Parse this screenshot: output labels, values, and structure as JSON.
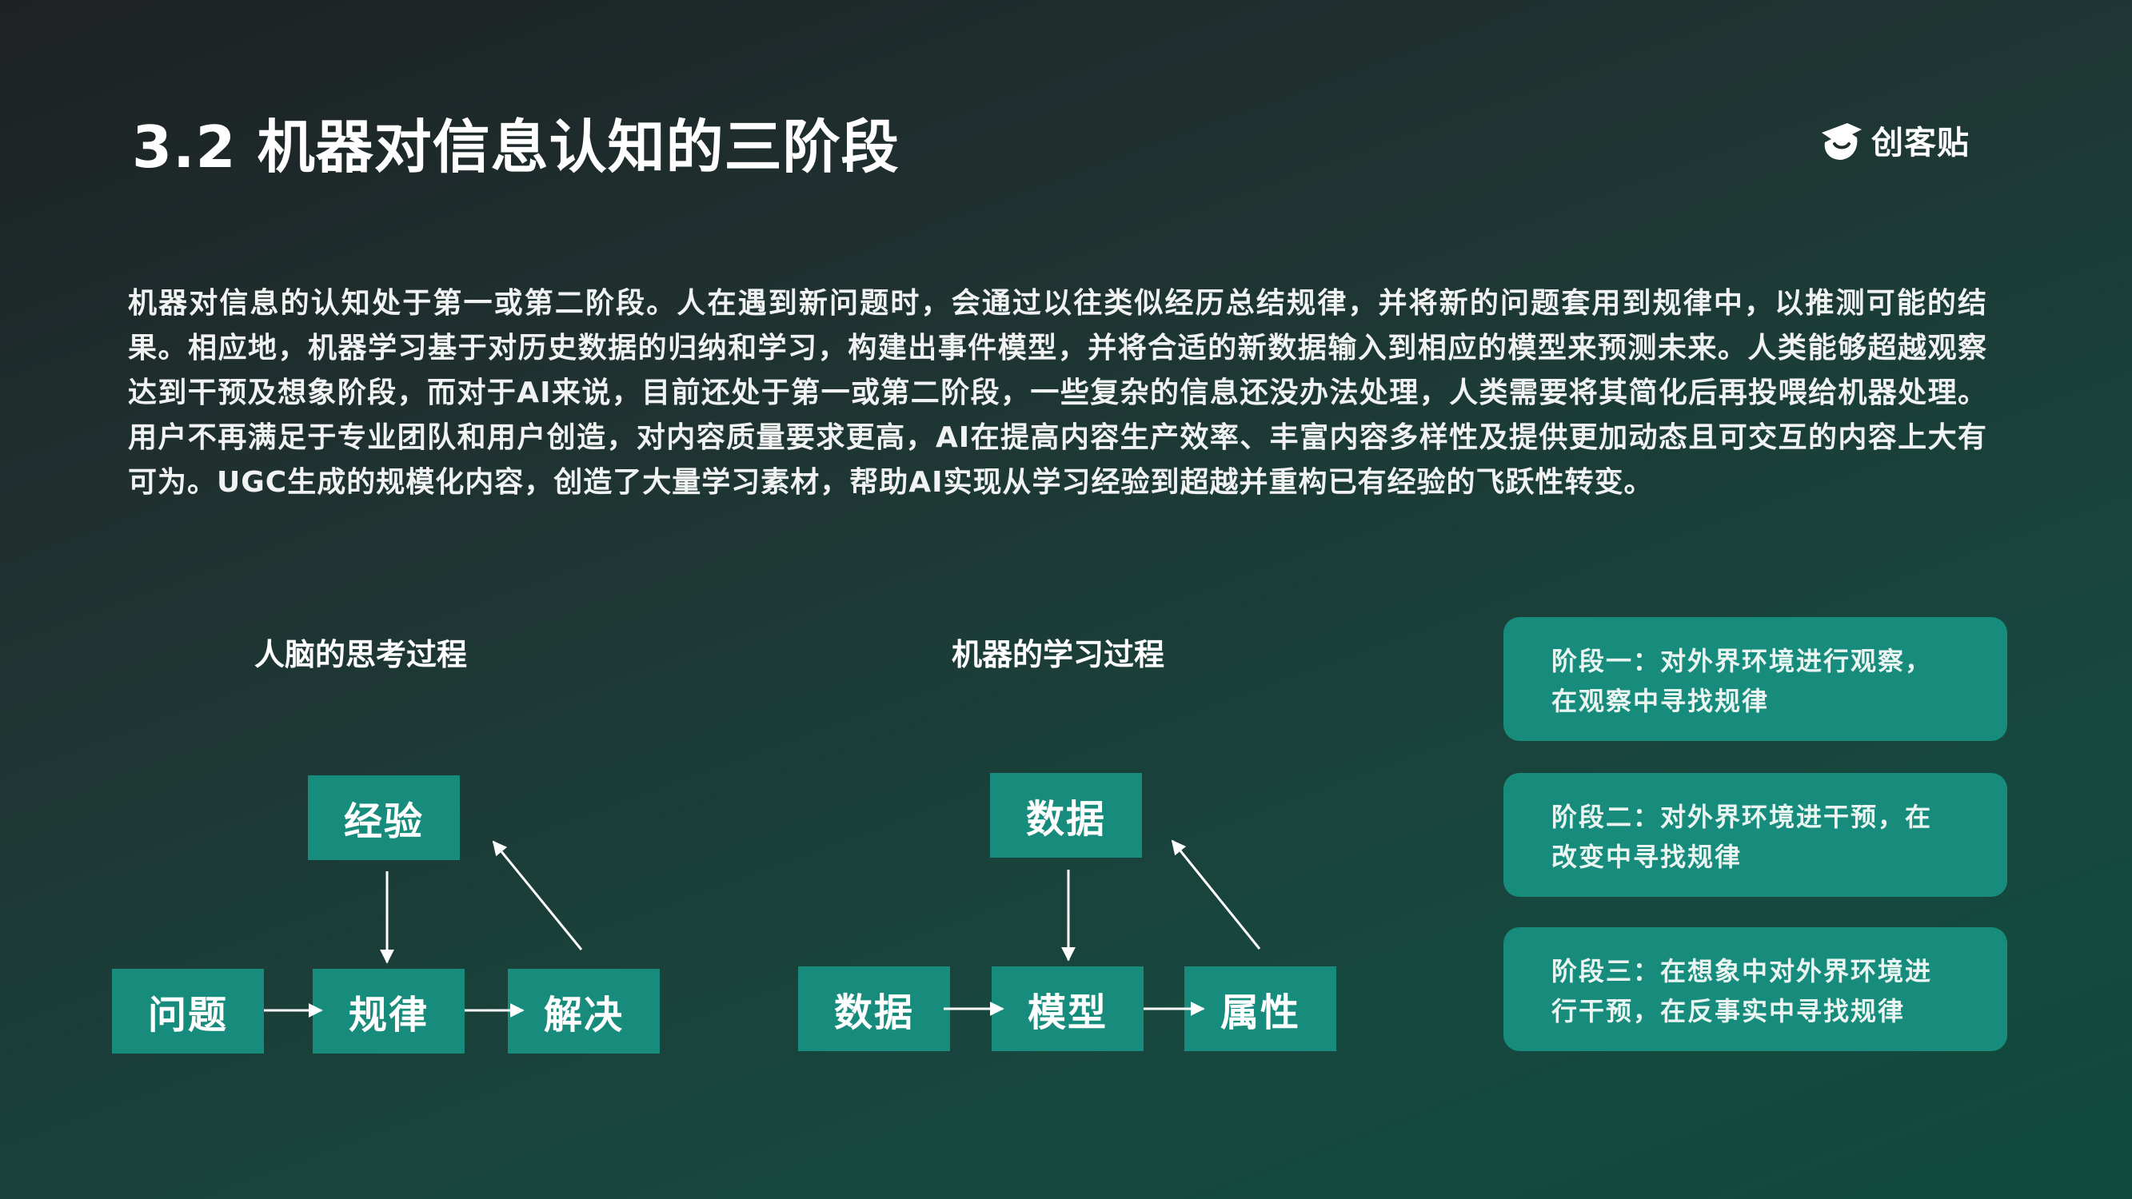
{
  "header": {
    "title": "3.2 机器对信息认知的三阶段",
    "logo_text": "创客贴"
  },
  "intro_paragraph": "机器对信息的认知处于第一或第二阶段。人在遇到新问题时，会通过以往类似经历总结规律，并将新的问题套用到规律中，以推测可能的结果。相应地，机器学习基于对历史数据的归纳和学习，构建出事件模型，并将合适的新数据输入到相应的模型来预测未来。人类能够超越观察达到干预及想象阶段，而对于AI来说，目前还处于第一或第二阶段，一些复杂的信息还没办法处理，人类需要将其简化后再投喂给机器处理。用户不再满足于专业团队和用户创造，对内容质量要求更高，AI在提高内容生产效率、丰富内容多样性及提供更加动态且可交互的内容上大有可为。UGC生成的规模化内容，创造了大量学习素材，帮助AI实现从学习经验到超越并重构已有经验的飞跃性转变。",
  "human_process": {
    "title": "人脑的思考过程",
    "top": "经验",
    "input": "问题",
    "middle": "规律",
    "output": "解决"
  },
  "machine_process": {
    "title": "机器的学习过程",
    "top": "数据",
    "input": "数据",
    "middle": "模型",
    "output": "属性"
  },
  "stages": [
    {
      "line1": "阶段一：对外界环境进行观察，",
      "line2": "在观察中寻找规律"
    },
    {
      "line1": "阶段二：对外界环境进干预，在",
      "line2": "改变中寻找规律"
    },
    {
      "line1": "阶段三：在想象中对外界环境进",
      "line2": "行干预，在反事实中寻找规律"
    }
  ]
}
